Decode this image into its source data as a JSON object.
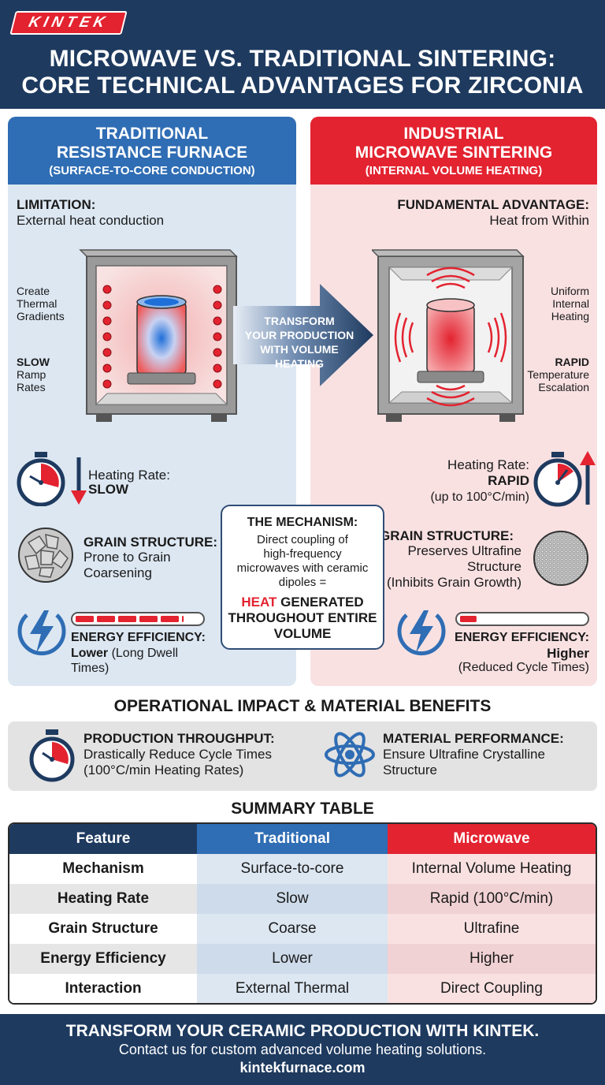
{
  "brand": {
    "logo": "KINTEK"
  },
  "title": {
    "line1": "MICROWAVE VS. TRADITIONAL SINTERING:",
    "line2": "CORE TECHNICAL ADVANTAGES FOR ZIRCONIA"
  },
  "left": {
    "head1": "TRADITIONAL",
    "head2": "RESISTANCE FURNACE",
    "head3": "(SURFACE-TO-CORE CONDUCTION)",
    "limitation_label": "LIMITATION:",
    "limitation_text": "External heat conduction",
    "side1": [
      "Create",
      "Thermal",
      "Gradients"
    ],
    "side2_bold": "SLOW",
    "side2": [
      "Ramp",
      "Rates"
    ],
    "heating_label": "Heating Rate:",
    "heating_value": "SLOW",
    "grain_label": "GRAIN STRUCTURE:",
    "grain_text": [
      "Prone to Grain",
      "Coarsening"
    ],
    "energy_label": "ENERGY EFFICIENCY:",
    "energy_value": "Lower",
    "energy_text1": " (Long Dwell",
    "energy_text2": "Times)",
    "energy_level": 0.85
  },
  "arrow": {
    "lines": [
      "TRANSFORM",
      "YOUR PRODUCTION",
      "WITH VOLUME",
      "HEATING"
    ]
  },
  "right": {
    "head1": "INDUSTRIAL",
    "head2": "MICROWAVE SINTERING",
    "head3": "(INTERNAL VOLUME HEATING)",
    "advantage_label": "FUNDAMENTAL ADVANTAGE:",
    "advantage_text": "Heat from Within",
    "side1": [
      "Uniform",
      "Internal",
      "Heating"
    ],
    "side2_bold": "RAPID",
    "side2": [
      "Temperature",
      "Escalation"
    ],
    "heating_label": "Heating Rate:",
    "heating_value": "RAPID",
    "heating_note": "(up to 100°C/min)",
    "grain_label": "GRAIN STRUCTURE:",
    "grain_text": [
      "Preserves Ultrafine",
      "Structure",
      "(Inhibits Grain Growth)"
    ],
    "energy_label": "ENERGY EFFICIENCY:",
    "energy_value": "Higher",
    "energy_note": "(Reduced Cycle Times)",
    "energy_level": 0.15
  },
  "mechanism": {
    "title": "THE MECHANISM:",
    "lines": [
      "Direct coupling of",
      "high-frequency",
      "microwaves with ceramic",
      "dipoles ="
    ],
    "heat_word": "HEAT",
    "result1": " GENERATED",
    "result2": "THROUGHOUT ENTIRE",
    "result3": "VOLUME"
  },
  "operational": {
    "title": "OPERATIONAL IMPACT & MATERIAL BENEFITS",
    "item1_label": "PRODUCTION THROUGHPUT:",
    "item1_lines": [
      "Drastically Reduce Cycle Times",
      "(100°C/min Heating Rates)"
    ],
    "item2_label": "MATERIAL PERFORMANCE:",
    "item2_lines": [
      "Ensure Ultrafine Crystalline",
      "Structure"
    ]
  },
  "summary": {
    "title": "SUMMARY TABLE",
    "headers": [
      "Feature",
      "Traditional",
      "Microwave"
    ],
    "rows": [
      [
        "Mechanism",
        "Surface-to-core",
        "Internal Volume Heating"
      ],
      [
        "Heating Rate",
        "Slow",
        "Rapid (100°C/min)"
      ],
      [
        "Grain Structure",
        "Coarse",
        "Ultrafine"
      ],
      [
        "Energy Efficiency",
        "Lower",
        "Higher"
      ],
      [
        "Interaction",
        "External Thermal",
        "Direct Coupling"
      ]
    ]
  },
  "footer": {
    "line1": "TRANSFORM YOUR CERAMIC PRODUCTION WITH KINTEK.",
    "line2": "Contact us for custom advanced volume heating solutions.",
    "line3": "kintekfurnace.com"
  },
  "colors": {
    "navy": "#1e3a5f",
    "blue": "#2f6db4",
    "red": "#e32330",
    "light_blue": "#dce7f2",
    "light_red": "#f9e1e2"
  },
  "icons": [
    "stopwatch-icon",
    "arrow-down-icon",
    "arrow-up-icon",
    "coarse-grain-icon",
    "fine-grain-icon",
    "lightning-bolt-icon",
    "atom-icon",
    "furnace-icon",
    "microwave-furnace-icon"
  ]
}
